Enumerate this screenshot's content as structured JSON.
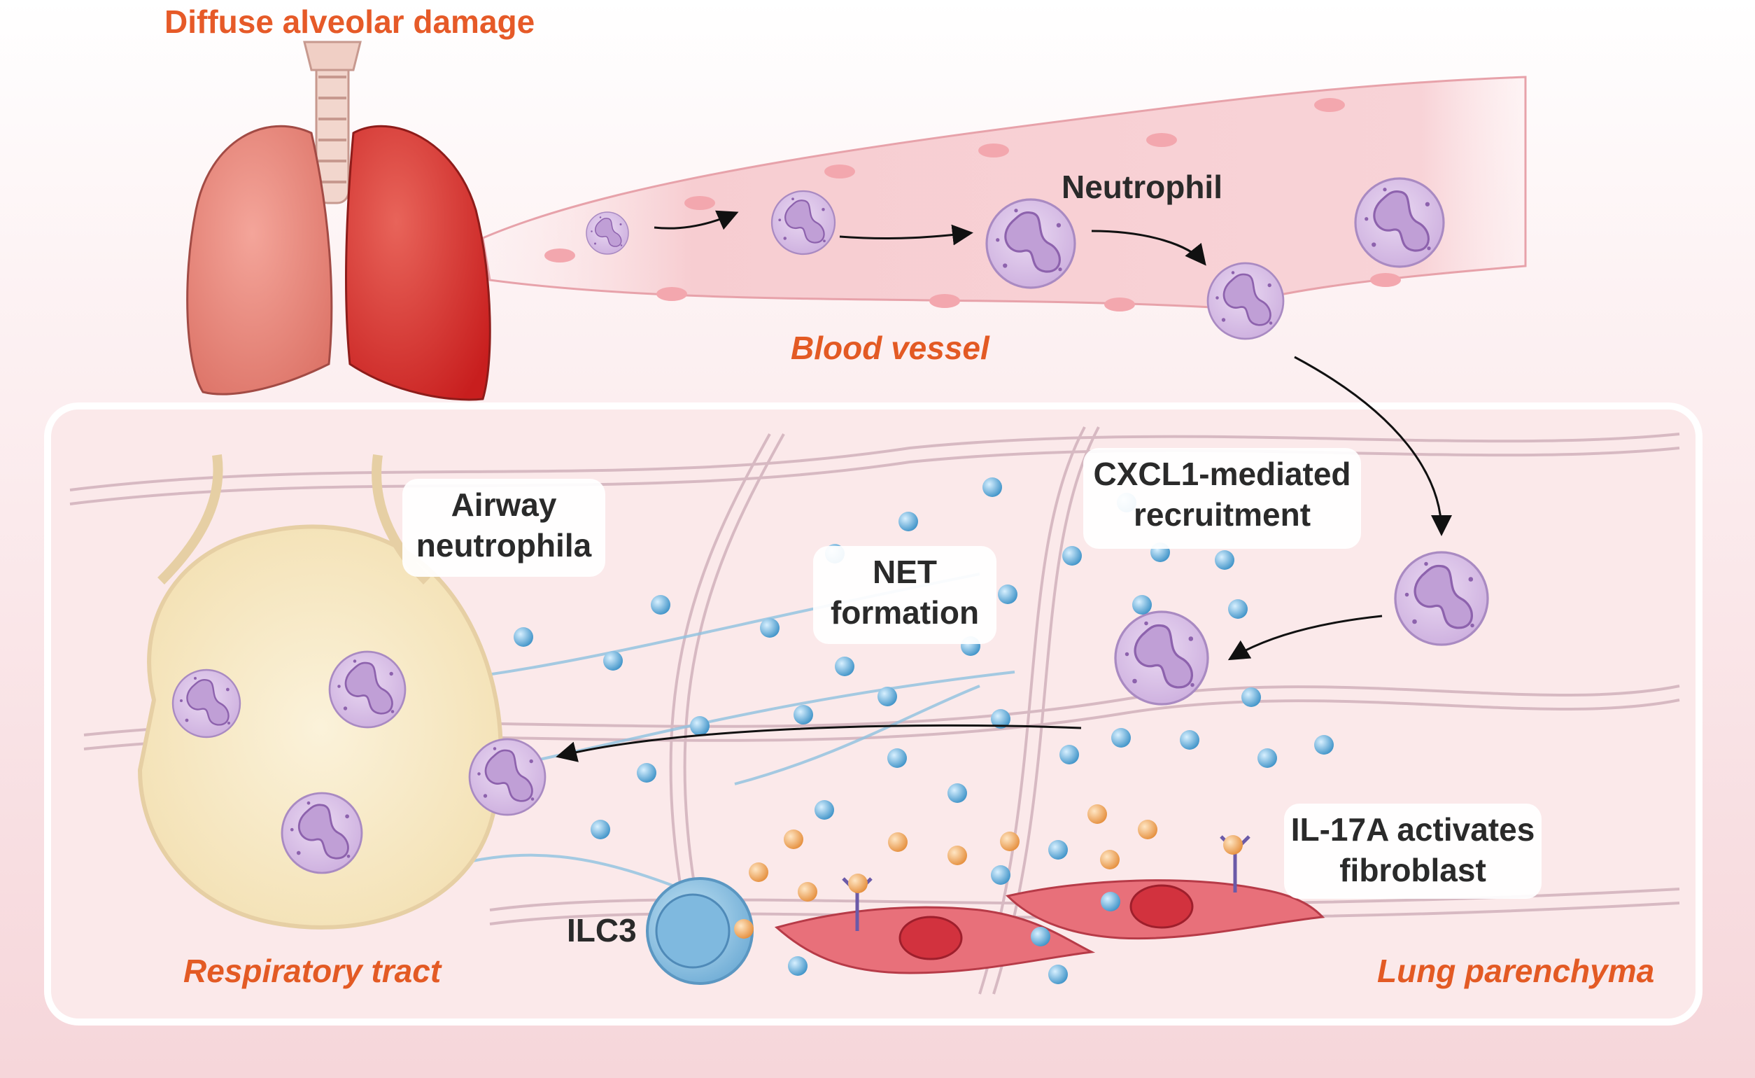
{
  "title": "Diffuse alveolar damage",
  "labels": {
    "neutrophil": "Neutrophil",
    "blood_vessel": "Blood vessel",
    "cxcl1_line1": "CXCL1-mediated",
    "cxcl1_line2": "recruitment",
    "airway_line1": "Airway",
    "airway_line2": "neutrophila",
    "net_line1": "NET",
    "net_line2": "formation",
    "il17_line1": "IL-17A activates",
    "il17_line2": "fibroblast",
    "ilc3": "ILC3",
    "respiratory_tract": "Respiratory tract",
    "lung_parenchyma": "Lung parenchyma"
  },
  "colors": {
    "title_orange": "#e65a28",
    "label_orange": "#e35a24",
    "text_dark": "#2a2a2a",
    "neutrophil_fill": "#d9c2e6",
    "neutrophil_nucleus": "#a37cc0",
    "vessel_fill": "#f7c8cc",
    "fibroblast_fill": "#e8707a",
    "ilc3_fill": "#8ec6e6",
    "blue_dot": "#58acd8",
    "orange_dot": "#f0a85a",
    "alveolus_fill": "#f8ecc8"
  },
  "icons": [
    "lung-icon",
    "neutrophil-icon",
    "ilc3-cell-icon",
    "fibroblast-icon",
    "il17-receptor-icon",
    "cytokine-dot-icon",
    "arrow-icon"
  ]
}
